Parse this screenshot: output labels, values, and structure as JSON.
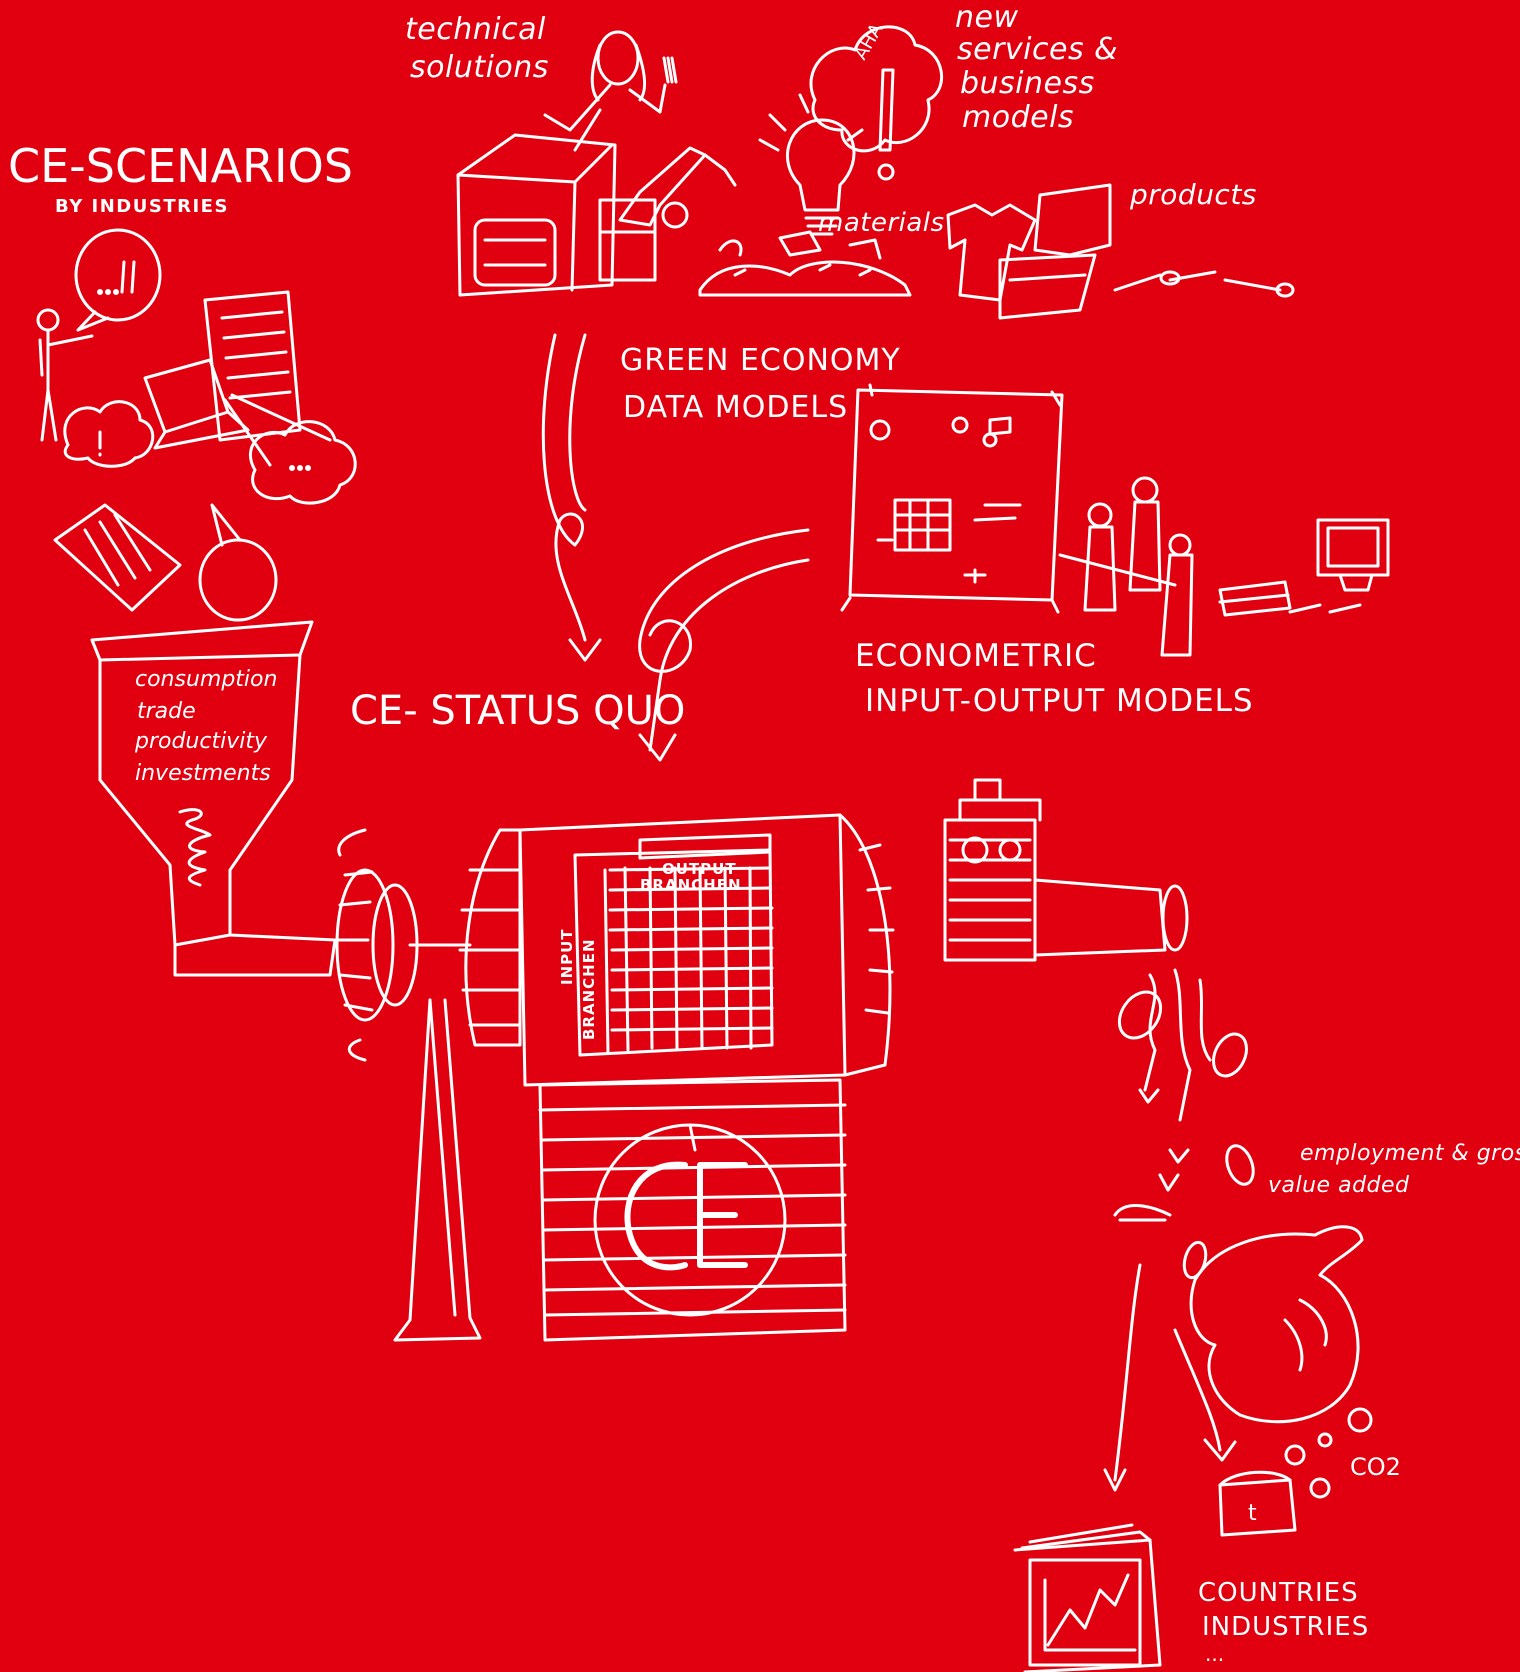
{
  "colors": {
    "background": "#e0000f",
    "ink": "#ffffff"
  },
  "labels": {
    "ce_scenarios": "CE-SCENARIOS",
    "by_industries": "BY INDUSTRIES",
    "technical_solutions_1": "technical",
    "technical_solutions_2": "solutions",
    "new_services_1": "new",
    "new_services_2": "services &",
    "new_services_3": "business",
    "new_services_4": "models",
    "materials": "materials",
    "products": "products",
    "aha": "AHA",
    "green_economy_1": "GREEN ECONOMY",
    "green_economy_2": "DATA MODELS",
    "econometric_1": "ECONOMETRIC",
    "econometric_2": "INPUT-OUTPUT MODELS",
    "ce_status_quo": "CE- STATUS QUO",
    "funnel_items": [
      "consumption",
      "trade",
      "productivity",
      "investments"
    ],
    "output_branchen_1": "OUTPUT",
    "output_branchen_2": "BRANCHEN",
    "input_branchen_1": "INPUT",
    "input_branchen_2": "BRANCHEN",
    "employment_1": "employment & gross",
    "employment_2": "value added",
    "co2": "CO2",
    "ton": "t",
    "countries": "COUNTRIES",
    "industries": "INDUSTRIES",
    "ellipsis": "..."
  }
}
